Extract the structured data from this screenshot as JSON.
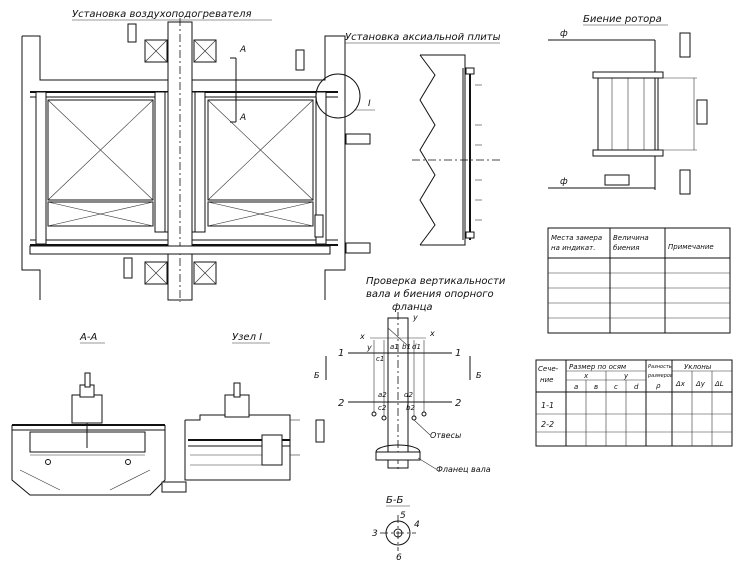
{
  "titles": {
    "air_heater": "Установка воздухоподогревателя",
    "axial_plate": "Установка аксиальной плиты",
    "rotor_runout": "Биение ротора",
    "vertical_check_l1": "Проверка вертикальности",
    "vertical_check_l2": "вала и биения опорного",
    "vertical_check_l3": "фланца",
    "section_aa": "А-А",
    "node_1": "Узел I",
    "section_bb": "Б-Б"
  },
  "labels": {
    "cut_a": "А",
    "node_marker": "I",
    "phi": "ф",
    "sec1": "1",
    "sec2": "2",
    "cut_b": "Б",
    "ax_x": "x",
    "ax_y": "y",
    "pt_c1": "c1",
    "pt_a1": "a1",
    "pt_b1": "b1",
    "pt_d1": "d1",
    "pt_a2": "a2",
    "pt_c2": "c2",
    "pt_b2": "b2",
    "pt_d2": "d2",
    "plumb": "Отвесы",
    "shaft_flange": "Фланец вала",
    "bb_3": "3",
    "bb_4": "4",
    "bb_5": "5",
    "bb_6": "6"
  },
  "runout_table": {
    "headers": [
      "Места замера на индикат.",
      "Величина биения",
      "Примечание"
    ],
    "header_lines": [
      [
        "Места замера",
        "на индикат."
      ],
      [
        "Величина",
        "биения"
      ],
      [
        "Примечание"
      ]
    ]
  },
  "slope_table": {
    "h_section": [
      "Сече-",
      "ние"
    ],
    "h_size": "Размер по осям",
    "h_x": "x",
    "h_y": "y",
    "h_a": "а",
    "h_b": "в",
    "h_c": "с",
    "h_d": "d",
    "h_diff": [
      "Разность",
      "размеров",
      "ρ"
    ],
    "h_slopes": "Уклоны",
    "h_dx": "Δx",
    "h_dy": "Δy",
    "h_dl": "ΔL",
    "rows": [
      "1-1",
      "2-2"
    ]
  }
}
